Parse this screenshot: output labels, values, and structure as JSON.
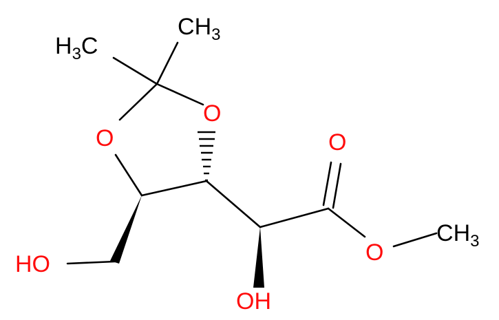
{
  "molecule": {
    "colors": {
      "bond": "#000000",
      "carbon_label": "#000000",
      "oxygen_label": "#ff0d0d"
    },
    "labels": {
      "methyl_top_right": {
        "element": "H",
        "subscript": "3",
        "prefix": "C"
      },
      "methyl_top_left": {
        "element": "H",
        "subscript": "3",
        "suffix": "C"
      },
      "ring_oxygen_left": "O",
      "ring_oxygen_right": "O",
      "carbonyl_oxygen": "O",
      "ester_oxygen": "O",
      "methyl_ester": {
        "element": "H",
        "subscript": "3",
        "prefix": "C"
      },
      "hydroxyl_left": "HO",
      "hydroxyl_bottom": "OH"
    }
  }
}
